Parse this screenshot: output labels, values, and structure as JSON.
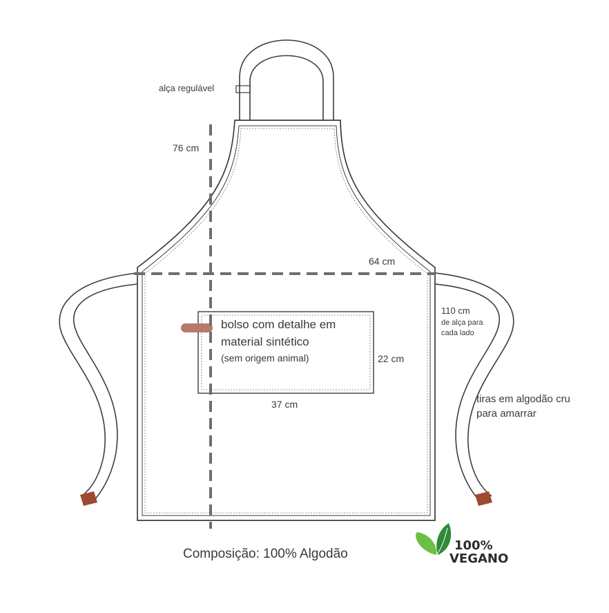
{
  "labels": {
    "strap": "alça regulável",
    "height": "76 cm",
    "width": "64 cm",
    "tie_length": "110 cm",
    "tie_note_line1": "de alça para",
    "tie_note_line2": "cada lado",
    "pocket_line1": "bolso com detalhe em",
    "pocket_line2": "material sintético",
    "pocket_line3": "(sem origem animal)",
    "pocket_height": "22 cm",
    "pocket_width": "37 cm",
    "ties_line1": "tiras em algodão cru",
    "ties_line2": "para amarrar",
    "composition": "Composição: 100% Algodão"
  },
  "badge": {
    "line1": "100%",
    "line2": "VEGANO",
    "icon": "leaf-icon"
  },
  "colors": {
    "outline": "#3c3c3c",
    "dimension_line": "#6e6e6e",
    "leather": "#9c4a30",
    "leaf_dark": "#2f8a3a",
    "leaf_light": "#6cbf45"
  }
}
